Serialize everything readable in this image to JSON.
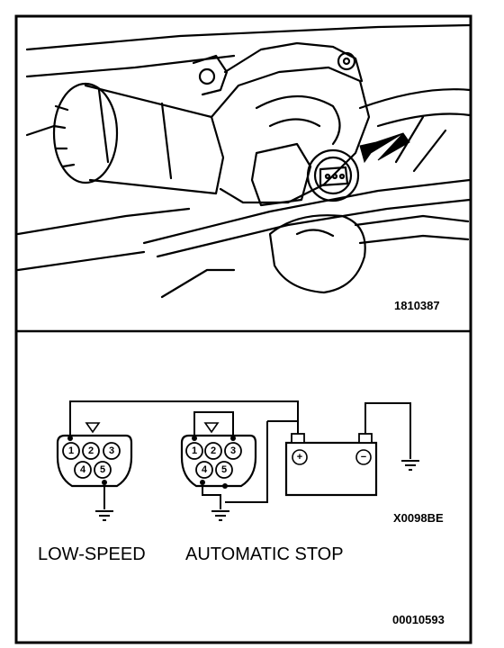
{
  "photo": {
    "figure_code": "1810387"
  },
  "schematic": {
    "figure_code": "X0098BE",
    "low_speed": {
      "label": "LOW-SPEED",
      "pins": [
        "1",
        "2",
        "3",
        "4",
        "5"
      ]
    },
    "automatic_stop": {
      "label": "AUTOMATIC STOP",
      "pins": [
        "1",
        "2",
        "3",
        "4",
        "5"
      ]
    },
    "battery": {
      "positive": "+",
      "negative": "−"
    }
  },
  "page_code": "00010593"
}
